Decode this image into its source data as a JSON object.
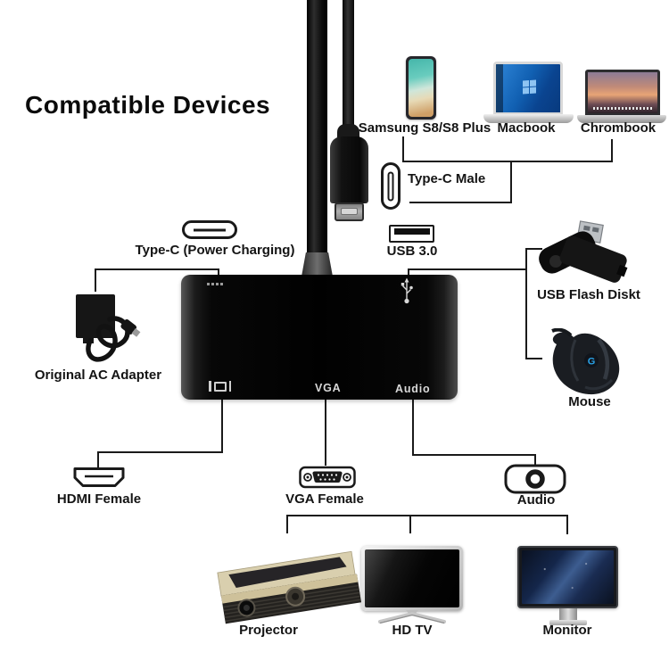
{
  "title": "Compatible Devices",
  "top_devices": {
    "samsung": "Samsung S8/S8 Plus",
    "macbook": "Macbook",
    "chromebook": "Chrombook"
  },
  "plug": {
    "type_c_male": "Type-C Male"
  },
  "hub_ports": {
    "usb_30": "USB 3.0",
    "type_c_power": "Type-C (Power Charging)",
    "vga_print": "VGA",
    "audio_print": "Audio"
  },
  "accessories": {
    "ac_adapter": "Original AC Adapter",
    "usb_flash": "USB Flash Diskt",
    "mouse": "Mouse",
    "mouse_logo": "G"
  },
  "outputs": {
    "hdmi_female": "HDMI Female",
    "vga_female": "VGA Female",
    "audio": "Audio"
  },
  "display_devices": {
    "projector": "Projector",
    "hdtv": "HD TV",
    "monitor": "Monitor"
  },
  "colors": {
    "line": "#1a1a1a",
    "hub_body": "#050505",
    "port_print": "#d8d8d8",
    "usbc_tip": "#9a9a9a",
    "projector_gold": "#d9cfae",
    "mouse_logo_blue": "#2aa3e8",
    "macbook_screen_blue": "#1160b2",
    "chromebook_sunset": "#e8a476",
    "monitor_galaxy_blue": "#14264a",
    "phone_screen_teal": "#45b6aa"
  }
}
